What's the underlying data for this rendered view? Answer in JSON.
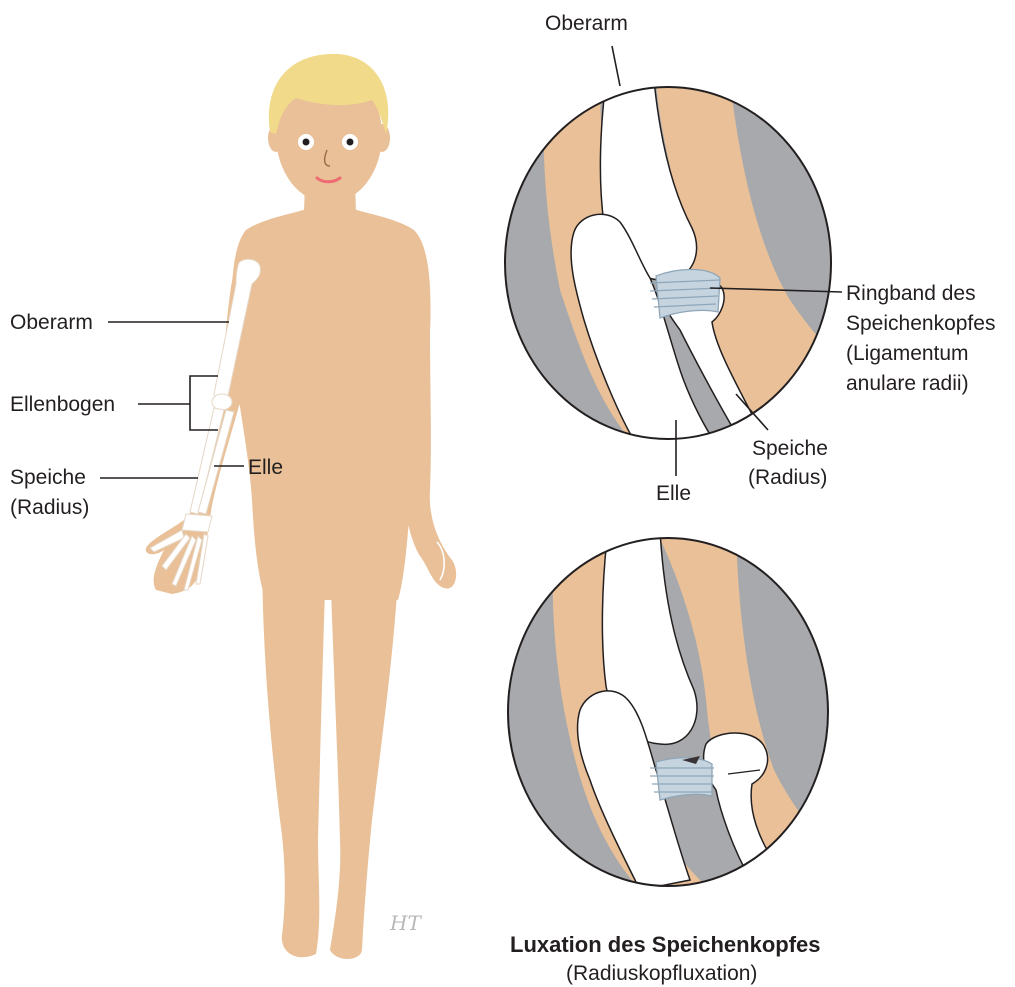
{
  "figure_left": {
    "labels": {
      "upper_arm": "Oberarm",
      "elbow": "Ellenbogen",
      "radius_line1": "Speiche",
      "radius_line2": "(Radius)",
      "ulna": "Elle"
    },
    "signature": "HT"
  },
  "detail_top": {
    "labels": {
      "upper_arm": "Oberarm",
      "ligament_line1": "Ringband des",
      "ligament_line2": "Speichenkopfes",
      "ligament_line3": "(Ligamentum",
      "ligament_line4": "anulare radii)",
      "radius_line1": "Speiche",
      "radius_line2": "(Radius)",
      "ulna": "Elle"
    }
  },
  "detail_bottom": {
    "caption_title": "Luxation des Speichenkopfes",
    "caption_subtitle": "(Radiuskopfluxation)"
  },
  "colors": {
    "skin": "#e9c097",
    "hair": "#f1da8a",
    "background_gray": "#a7a9ac",
    "bone": "#ffffff",
    "outline": "#231f20",
    "ligament": "#b9c9d6"
  }
}
